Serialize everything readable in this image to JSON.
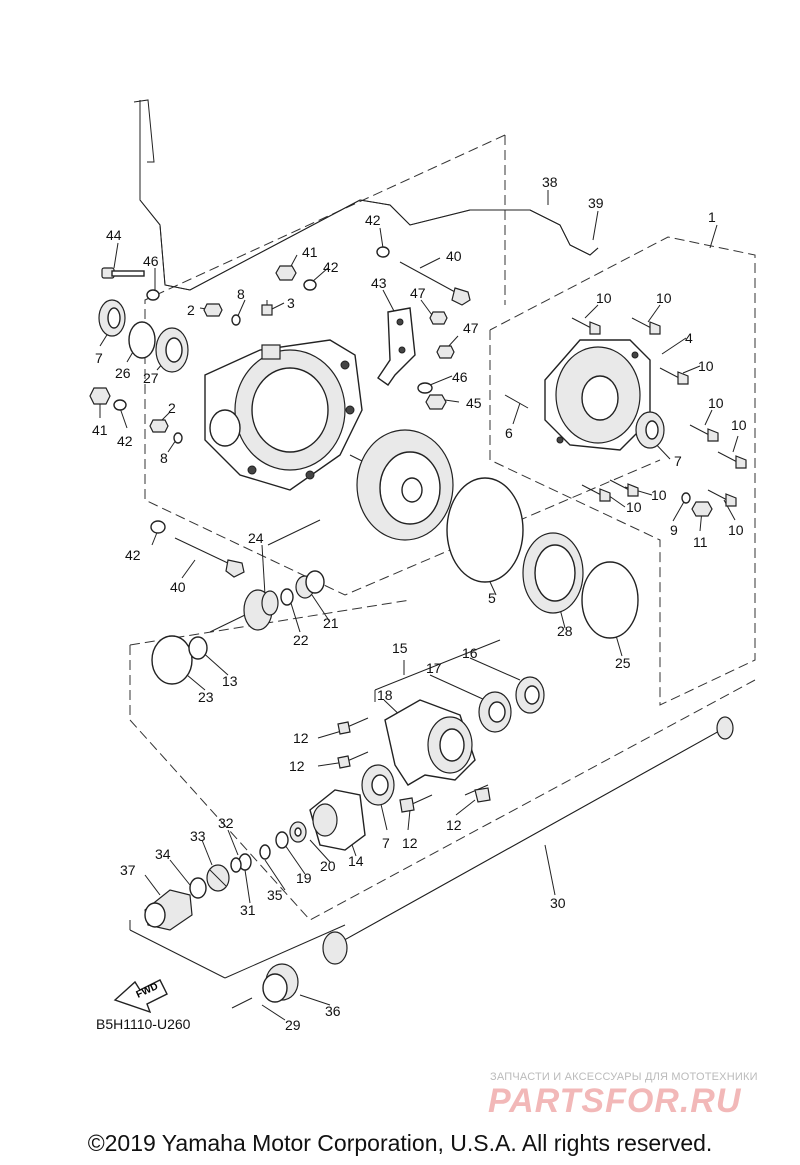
{
  "diagram_code": "B5H1110-U260",
  "fwd_label": "FWD",
  "copyright": "©2019 Yamaha Motor Corporation, U.S.A. All rights reserved.",
  "watermark": {
    "tagline": "ЗАПЧАСТИ И АКСЕССУАРЫ ДЛЯ МОТОТЕХНИКИ",
    "logo": "PARTSFOR.RU"
  },
  "callouts": [
    {
      "id": "1",
      "label": "1"
    },
    {
      "id": "2a",
      "label": "2"
    },
    {
      "id": "2b",
      "label": "2"
    },
    {
      "id": "3",
      "label": "3"
    },
    {
      "id": "4",
      "label": "4"
    },
    {
      "id": "5",
      "label": "5"
    },
    {
      "id": "6",
      "label": "6"
    },
    {
      "id": "7a",
      "label": "7"
    },
    {
      "id": "7b",
      "label": "7"
    },
    {
      "id": "7c",
      "label": "7"
    },
    {
      "id": "8a",
      "label": "8"
    },
    {
      "id": "8b",
      "label": "8"
    },
    {
      "id": "9",
      "label": "9"
    },
    {
      "id": "10a",
      "label": "10"
    },
    {
      "id": "10b",
      "label": "10"
    },
    {
      "id": "10c",
      "label": "10"
    },
    {
      "id": "10d",
      "label": "10"
    },
    {
      "id": "10e",
      "label": "10"
    },
    {
      "id": "10f",
      "label": "10"
    },
    {
      "id": "10g",
      "label": "10"
    },
    {
      "id": "10h",
      "label": "10"
    },
    {
      "id": "11",
      "label": "11"
    },
    {
      "id": "12a",
      "label": "12"
    },
    {
      "id": "12b",
      "label": "12"
    },
    {
      "id": "12c",
      "label": "12"
    },
    {
      "id": "12d",
      "label": "12"
    },
    {
      "id": "13",
      "label": "13"
    },
    {
      "id": "14",
      "label": "14"
    },
    {
      "id": "15",
      "label": "15"
    },
    {
      "id": "16",
      "label": "16"
    },
    {
      "id": "17",
      "label": "17"
    },
    {
      "id": "18",
      "label": "18"
    },
    {
      "id": "19",
      "label": "19"
    },
    {
      "id": "20",
      "label": "20"
    },
    {
      "id": "21",
      "label": "21"
    },
    {
      "id": "22",
      "label": "22"
    },
    {
      "id": "23",
      "label": "23"
    },
    {
      "id": "24",
      "label": "24"
    },
    {
      "id": "25",
      "label": "25"
    },
    {
      "id": "26",
      "label": "26"
    },
    {
      "id": "27",
      "label": "27"
    },
    {
      "id": "28",
      "label": "28"
    },
    {
      "id": "29",
      "label": "29"
    },
    {
      "id": "30",
      "label": "30"
    },
    {
      "id": "31",
      "label": "31"
    },
    {
      "id": "32",
      "label": "32"
    },
    {
      "id": "33",
      "label": "33"
    },
    {
      "id": "34",
      "label": "34"
    },
    {
      "id": "35",
      "label": "35"
    },
    {
      "id": "36",
      "label": "36"
    },
    {
      "id": "37",
      "label": "37"
    },
    {
      "id": "38",
      "label": "38"
    },
    {
      "id": "39",
      "label": "39"
    },
    {
      "id": "40a",
      "label": "40"
    },
    {
      "id": "40b",
      "label": "40"
    },
    {
      "id": "41a",
      "label": "41"
    },
    {
      "id": "41b",
      "label": "41"
    },
    {
      "id": "42a",
      "label": "42"
    },
    {
      "id": "42b",
      "label": "42"
    },
    {
      "id": "42c",
      "label": "42"
    },
    {
      "id": "42d",
      "label": "42"
    },
    {
      "id": "43",
      "label": "43"
    },
    {
      "id": "44",
      "label": "44"
    },
    {
      "id": "45",
      "label": "45"
    },
    {
      "id": "46a",
      "label": "46"
    },
    {
      "id": "46b",
      "label": "46"
    },
    {
      "id": "47a",
      "label": "47"
    },
    {
      "id": "47b",
      "label": "47"
    }
  ]
}
